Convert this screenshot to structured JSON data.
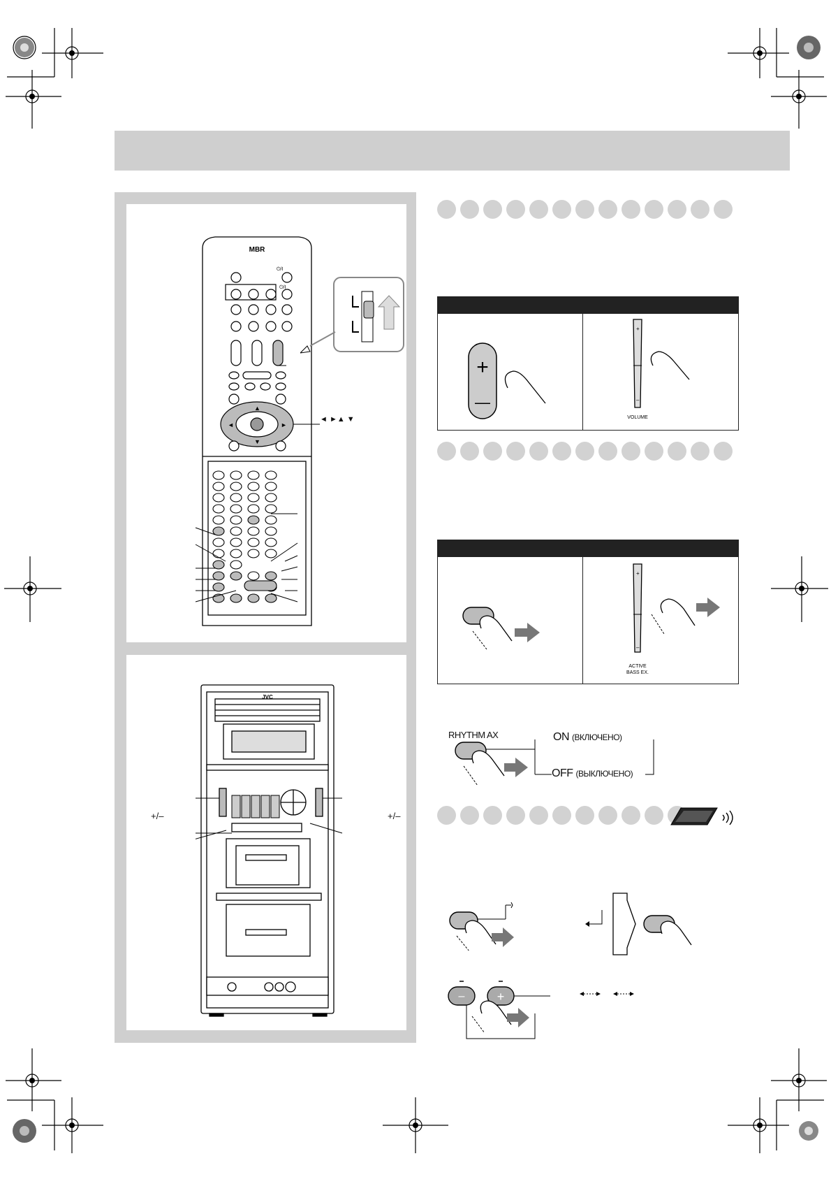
{
  "remote": {
    "brand": "MBR",
    "power_label_1": "⏻/I",
    "power_label_2": "⏻/I",
    "cursor_label": "◄ ►▲ ▼"
  },
  "unit": {
    "brand": "JVC",
    "left_label": "+/–",
    "right_label": "+/–"
  },
  "volume_table": {
    "remote_signs": [
      "+",
      "—"
    ],
    "unit_signs": [
      "+",
      "–"
    ],
    "unit_caption": "VOLUME"
  },
  "bass_table": {
    "unit_signs": [
      "+",
      "–"
    ],
    "unit_caption_line1": "ACTIVE",
    "unit_caption_line2": "BASS EX."
  },
  "rhythmax": {
    "button_label": "RHYTHM AX",
    "on_main": "ON",
    "on_note": "(ВКЛЮЧЕНО)",
    "off_main": "OFF",
    "off_note": "(ВЫКЛЮЧЕНО)"
  },
  "section3": {
    "minus_label": "–",
    "plus_label": "+"
  }
}
